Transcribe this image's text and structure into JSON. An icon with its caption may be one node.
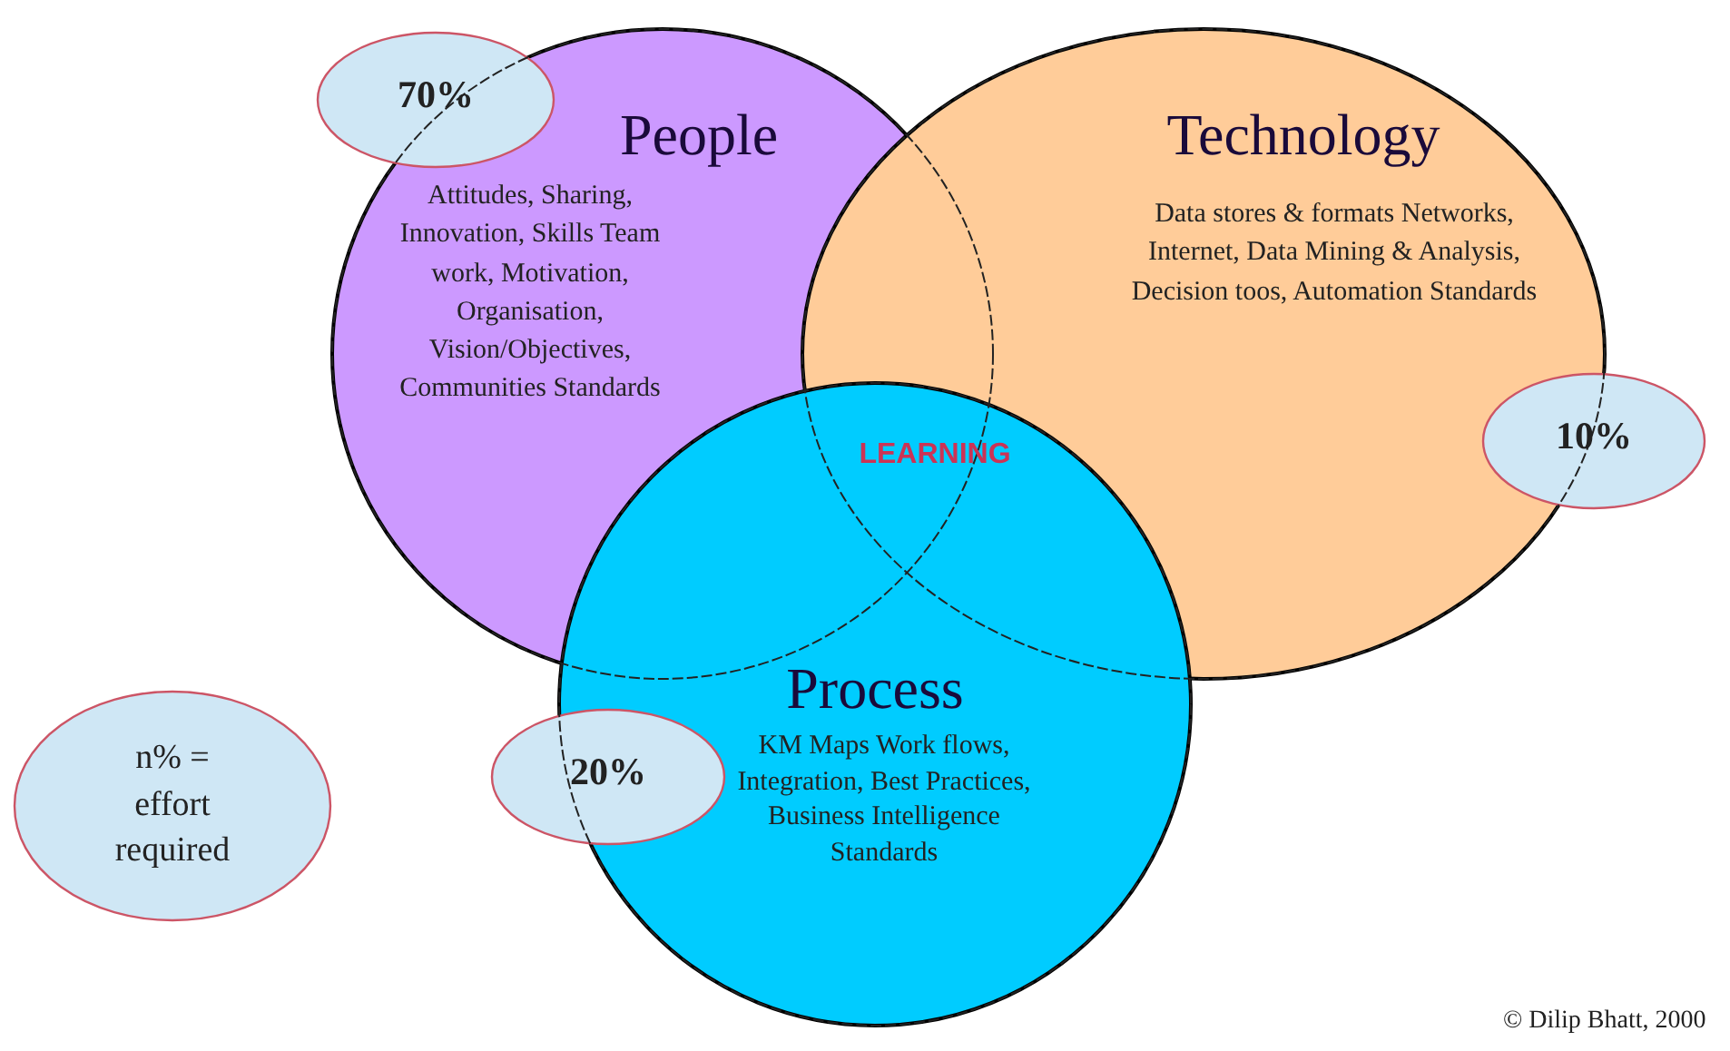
{
  "diagram": {
    "nodes": [
      {
        "text": [
          "70%"
        ]
      },
      {
        "text": [
          "People",
          "Attitudes, Sharing, Innovation, Skills Team work, Motivation, Organisation, Vision/Objectives, Communities Standards"
        ]
      },
      {
        "text": [
          "Technology",
          "Data stores & formats Networks, Internet, Data Mining & Analysis, Decision toos, Automation Standards"
        ]
      },
      {
        "text": [
          "10%"
        ]
      },
      {
        "text": [
          "Process",
          "KM Maps Work flows, Integration, Best Practices, Business Intelligence Standards"
        ]
      },
      {
        "text": [
          "20%"
        ]
      },
      {
        "text": [
          "n% = effort required"
        ]
      }
    ],
    "edges": [],
    "labels": [
      "LEARNING",
      "© Dilip Bhatt, 2000"
    ]
  }
}
